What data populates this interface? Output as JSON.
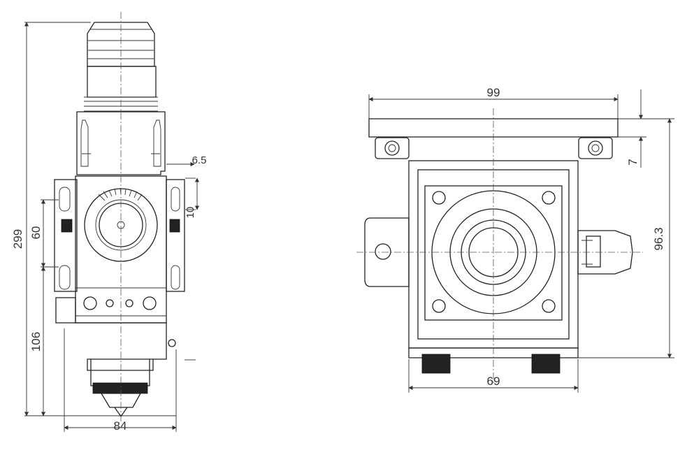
{
  "dimensions": {
    "side_view": {
      "overall_height": "299",
      "height_60": "60",
      "height_106": "106",
      "width_84": "84",
      "offset_6_5": "6.5",
      "offset_10": "10"
    },
    "front_view": {
      "top_width": "99",
      "bottom_width": "69",
      "right_height": "96.3",
      "top_offset": "7"
    }
  }
}
